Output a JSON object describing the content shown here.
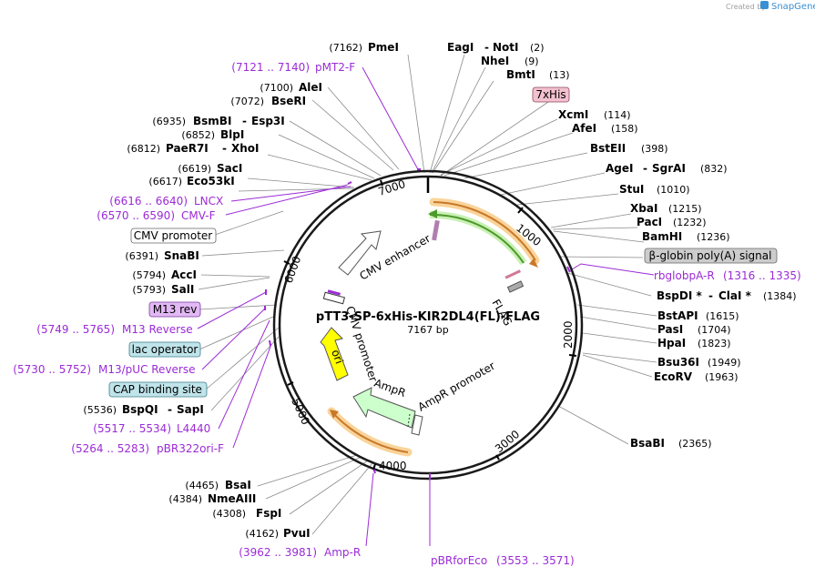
{
  "credit": {
    "prefix": "Created by",
    "brand": "SnapGene"
  },
  "plasmid": {
    "name": "pTT3-SP-6xHis-KIR2DL4(FL)-FLAG",
    "size": "7167 bp"
  },
  "ticks": [
    "1000",
    "2000",
    "3000",
    "4000",
    "5000",
    "6000",
    "7000"
  ],
  "enzymes": [
    {
      "name": "PmeI",
      "pos": "(7162)"
    },
    {
      "name": "EagI",
      "sep": "-",
      "name2": "NotI",
      "pos": "(2)"
    },
    {
      "name": "NheI",
      "pos": "(9)"
    },
    {
      "name": "BmtI",
      "pos": "(13)"
    },
    {
      "name": "XcmI",
      "pos": "(114)"
    },
    {
      "name": "AfeI",
      "pos": "(158)"
    },
    {
      "name": "BstEII",
      "pos": "(398)"
    },
    {
      "name": "AgeI",
      "sep": "-",
      "name2": "SgrAI",
      "pos": "(832)"
    },
    {
      "name": "StuI",
      "pos": "(1010)"
    },
    {
      "name": "XbaI",
      "pos": "(1215)"
    },
    {
      "name": "PacI",
      "pos": "(1232)"
    },
    {
      "name": "BamHI",
      "pos": "(1236)"
    },
    {
      "name": "BspDI *",
      "sep": "-",
      "name2": "ClaI *",
      "pos": "(1384)"
    },
    {
      "name": "BstAPI",
      "pos": "(1615)"
    },
    {
      "name": "PasI",
      "pos": "(1704)"
    },
    {
      "name": "HpaI",
      "pos": "(1823)"
    },
    {
      "name": "Bsu36I",
      "pos": "(1949)"
    },
    {
      "name": "EcoRV",
      "pos": "(1963)"
    },
    {
      "name": "BsaBI",
      "pos": "(2365)"
    },
    {
      "name": "PvuI",
      "pos": "(4162)"
    },
    {
      "name": "FspI",
      "pos": "(4308)"
    },
    {
      "name": "NmeAIII",
      "pos": "(4384)"
    },
    {
      "name": "BsaI",
      "pos": "(4465)"
    },
    {
      "name": "BspQI",
      "sep": "-",
      "name2": "SapI",
      "pos": "(5536)"
    },
    {
      "name": "SalI",
      "pos": "(5793)"
    },
    {
      "name": "AccI",
      "pos": "(5794)"
    },
    {
      "name": "SnaBI",
      "pos": "(6391)"
    },
    {
      "name": "Eco53kI",
      "pos": "(6617)"
    },
    {
      "name": "SacI",
      "pos": "(6619)"
    },
    {
      "name": "PaeR7I",
      "sep": "-",
      "name2": "XhoI",
      "pos": "(6812)"
    },
    {
      "name": "BlpI",
      "pos": "(6852)"
    },
    {
      "name": "BsmBI",
      "sep": "-",
      "name2": "Esp3I",
      "pos": "(6935)"
    },
    {
      "name": "BseRI",
      "pos": "(7072)"
    },
    {
      "name": "AleI",
      "pos": "(7100)"
    }
  ],
  "primers": [
    {
      "range": "(7121 .. 7140)",
      "name": "pMT2-F"
    },
    {
      "name": "rbglobpA-R",
      "range": "(1316 .. 1335)"
    },
    {
      "name": "pBRforEco",
      "range": "(3553 .. 3571)"
    },
    {
      "range": "(3962 .. 3981)",
      "name": "Amp-R"
    },
    {
      "range": "(5264 .. 5283)",
      "name": "pBR322ori-F"
    },
    {
      "range": "(5517 .. 5534)",
      "name": "L4440"
    },
    {
      "range": "(5730 .. 5752)",
      "name": "M13/pUC Reverse"
    },
    {
      "range": "(5749 .. 5765)",
      "name": "M13 Reverse"
    },
    {
      "range": "(6570 .. 6590)",
      "name": "CMV-F"
    },
    {
      "range": "(6616 .. 6640)",
      "name": "LNCX"
    }
  ],
  "boxed_features": [
    "7xHis",
    "β-globin poly(A) signal",
    "CMV promoter",
    "M13 rev",
    "lac operator",
    "CAP binding site"
  ],
  "inner_features": [
    "CMV enhancer",
    "FLAG",
    "CMV promoter",
    "ori",
    "AmpR",
    "AmpR promoter"
  ],
  "colors": {
    "primer": "#9b2bd6",
    "enhancer": "#ffffff",
    "orf": "#9ec8f0",
    "ori": "#ffff00",
    "ampr": "#ccffcc",
    "promoter": "#ffffff",
    "feature_box_pink": "#f3c1d0",
    "feature_box_gray": "#cccccc",
    "feature_box_purple": "#e2b8f5",
    "feature_box_blue": "#bfe4ea"
  }
}
